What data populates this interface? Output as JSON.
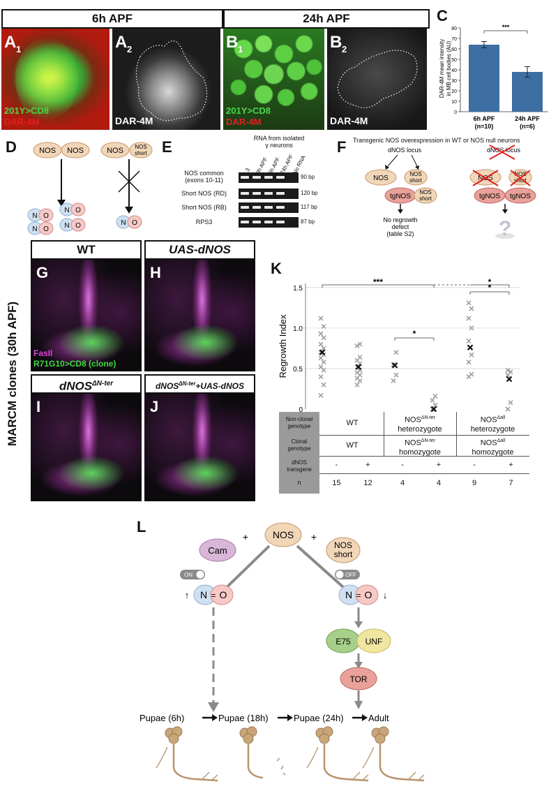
{
  "panel_letters": {
    "A1": "A",
    "A2": "A",
    "B1": "B",
    "B2": "B",
    "C": "C",
    "D": "D",
    "E": "E",
    "F": "F",
    "G": "G",
    "H": "H",
    "I": "I",
    "J": "J",
    "K": "K",
    "L": "L"
  },
  "panel_subscripts": {
    "A1": "1",
    "A2": "2",
    "B1": "1",
    "B2": "2"
  },
  "row1": {
    "time_6h": "6h APF",
    "time_24h": "24h APF",
    "label_201y": "201Y>CD8",
    "label_dar_red": "DAR-4M",
    "label_dar_white": "DAR-4M"
  },
  "chart_c": {
    "ylabel_line1": "DAR-4M mean intensity",
    "ylabel_line2": "in MB cell bodies (AU)",
    "yticks": [
      "0",
      "10",
      "20",
      "30",
      "40",
      "50",
      "60",
      "70",
      "80"
    ],
    "cat1_line1": "6h APF",
    "cat1_line2": "(n=10)",
    "cat2_line1": "24h APF",
    "cat2_line2": "(n=6)",
    "sig": "***"
  },
  "chart_data": [
    {
      "type": "bar",
      "categories": [
        "6h APF (n=10)",
        "24h APF (n=6)"
      ],
      "values": [
        64,
        38
      ],
      "errors": [
        3,
        5
      ],
      "ylabel": "DAR-4M mean intensity in MB cell bodies (AU)",
      "ylim": [
        0,
        80
      ],
      "color": "#3d6fa3"
    },
    {
      "type": "scatter",
      "ylabel": "Regrowth Index",
      "ylim": [
        0,
        1.5
      ],
      "groups": [
        {
          "name": "WT -",
          "points": [
            0.17,
            0.3,
            0.4,
            0.48,
            0.52,
            0.58,
            0.63,
            0.67,
            0.7,
            0.75,
            0.8,
            0.88,
            0.93,
            1.02,
            1.12
          ],
          "mean": 0.7
        },
        {
          "name": "WT +",
          "points": [
            0.3,
            0.35,
            0.38,
            0.42,
            0.45,
            0.48,
            0.52,
            0.56,
            0.6,
            0.64,
            0.78,
            0.8
          ],
          "mean": 0.52
        },
        {
          "name": "NOS ΔN-ter -",
          "points": [
            0.35,
            0.42,
            0.55,
            0.7
          ],
          "mean": 0.54
        },
        {
          "name": "NOS ΔN-ter +",
          "points": [
            0.0,
            0.05,
            0.11,
            0.16
          ],
          "mean": 0.0
        },
        {
          "name": "NOS Δall -",
          "points": [
            0.4,
            0.43,
            0.58,
            0.67,
            0.84,
            1.0,
            1.12,
            1.24,
            1.31
          ],
          "mean": 0.76
        },
        {
          "name": "NOS Δall +",
          "points": [
            0.0,
            0.08,
            0.42,
            0.46,
            0.48
          ],
          "mean": 0.37
        }
      ]
    }
  ],
  "diagram_d": {
    "nos": "NOS",
    "nos_short_1": "NOS",
    "nos_short_2": "short",
    "n": "N",
    "o": "O"
  },
  "gel_e": {
    "title_line1": "RNA from isolated",
    "title_line2": "γ neurons",
    "lanes": [
      "L3",
      "0h APF",
      "6h APF",
      "24h APF",
      "No RNA"
    ],
    "rows": [
      {
        "label_line1": "NOS common",
        "label_line2": "(exons 10-11)",
        "size": "90 bp"
      },
      {
        "label_line1": "Short NOS (RD)",
        "label_line2": "",
        "size": "120 bp"
      },
      {
        "label_line1": "Short NOS (RB)",
        "label_line2": "",
        "size": "117 bp"
      },
      {
        "label_line1": "RPS3",
        "label_line2": "",
        "size": "87 bp"
      }
    ]
  },
  "diagram_f": {
    "title": "Transgenic NOS overexpression in WT or NOS null neurons",
    "locus": "dNOS locus",
    "nos": "NOS",
    "nos_short_1": "NOS",
    "nos_short_2": "short",
    "tgnos": "tgNOS",
    "result_line1": "No regrowth",
    "result_line2": "defect",
    "result_line3": "(table S2)",
    "question": "?"
  },
  "marcm": {
    "side_label": "MARCM clones (30h APF)",
    "g_title": "WT",
    "h_title": "UAS-dNOS",
    "i_title": "dNOS",
    "i_sup": "ΔN-ter",
    "j_title_a": "dNOS",
    "j_sup": "ΔN-ter",
    "j_title_b": "+UAS-dNOS",
    "fasii": "FasII",
    "clone_label": "R71G10>CD8 (clone)"
  },
  "chart_k": {
    "ylabel": "Regrowth Index",
    "yticks": [
      "0",
      "0.5",
      "1.0",
      "1.5"
    ],
    "sig1": "***",
    "sig2": "*",
    "sig3": "*",
    "sig4": "*",
    "table": {
      "row1_header": "Non-clonal genotype",
      "row2_header": "Clonal genotype",
      "row3_header": "dNOS transgene",
      "row4_header": "n",
      "wt": "WT",
      "wt2": "WT",
      "nosnter": "NOS",
      "nosnter_sup": "ΔN-ter",
      "het": "heterozygote",
      "nosall": "NOS",
      "nosall_sup": "Δall",
      "het2": "heterozygote",
      "nosnter2": "NOS",
      "nosnter2_sup": "ΔN-ter",
      "hom": "homozygote",
      "nosall2": "NOS",
      "nosall2_sup": "Δall",
      "hom2": "homozygote",
      "transgene": [
        "-",
        "+",
        "-",
        "+",
        "-",
        "+"
      ],
      "n": [
        "15",
        "12",
        "4",
        "4",
        "9",
        "7"
      ]
    }
  },
  "diagram_l": {
    "nos": "NOS",
    "cam": "Cam",
    "plus1": "+",
    "plus2": "+",
    "nos_short_1": "NOS",
    "nos_short_2": "short",
    "on": "ON",
    "off": "OFF",
    "n": "N",
    "o": "O",
    "e75": "E75",
    "unf": "UNF",
    "tor": "TOR",
    "stages": [
      "Pupae (6h)",
      "Pupae (18h)",
      "Pupae (24h)",
      "Adult"
    ]
  }
}
